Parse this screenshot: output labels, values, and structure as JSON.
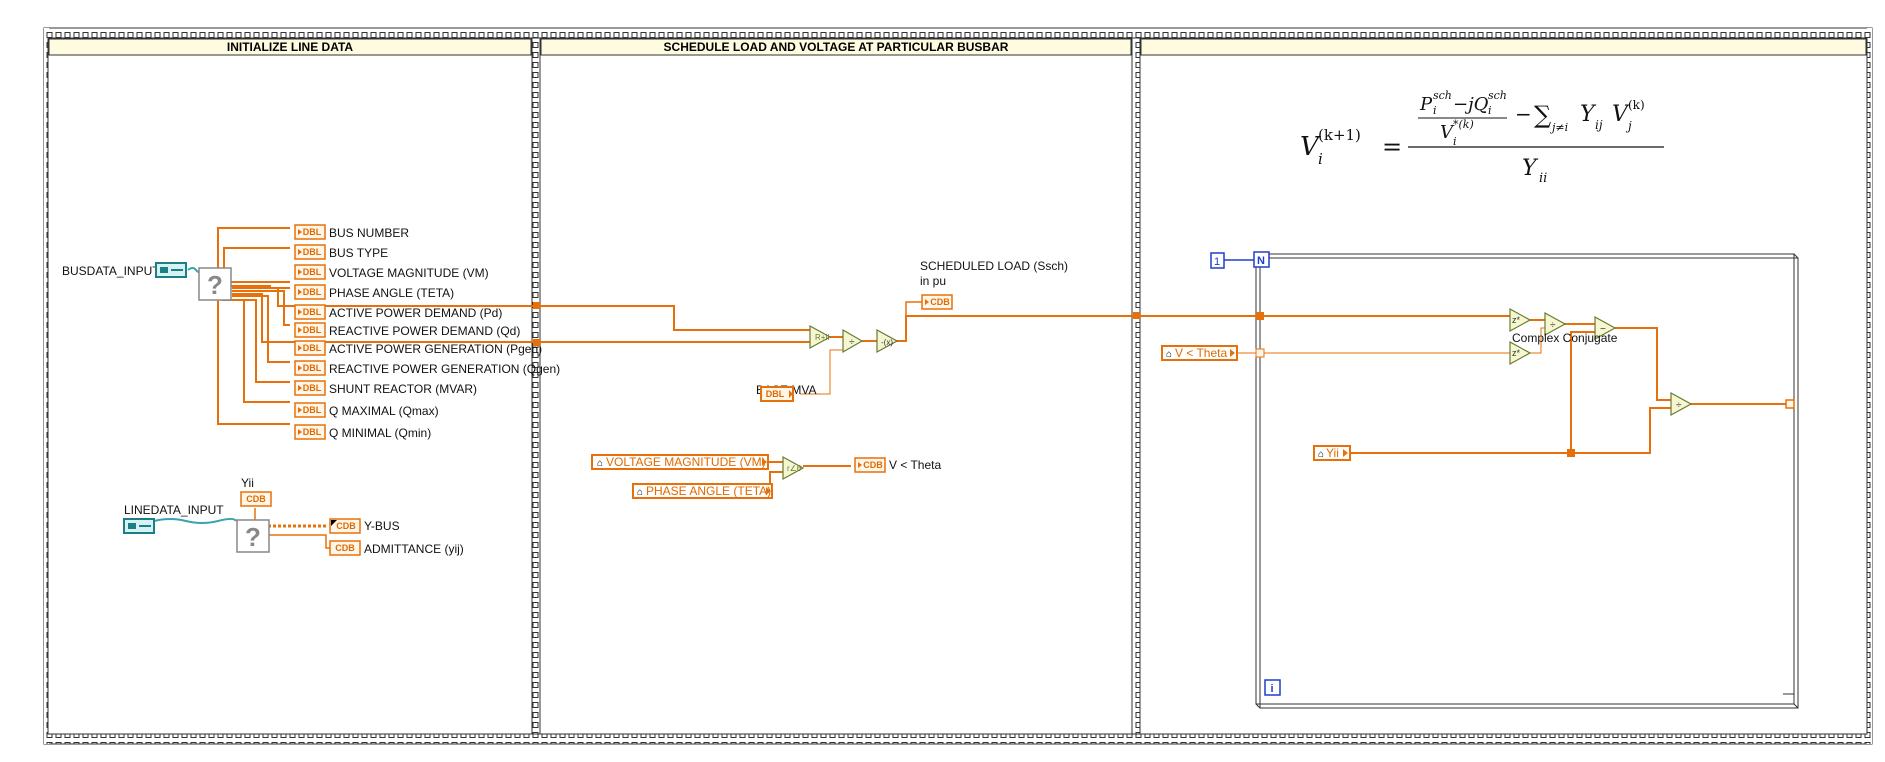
{
  "frames": [
    {
      "title": "INITIALIZE LINE DATA"
    },
    {
      "title": "SCHEDULE LOAD AND VOLTAGE AT PARTICULAR BUSBAR"
    },
    {
      "title": ""
    }
  ],
  "busdata": {
    "input_label": "BUSDATA_INPUT",
    "indicator_tag": "DBL",
    "outputs": [
      "BUS NUMBER",
      "BUS TYPE",
      "VOLTAGE MAGNITUDE (VM)",
      "PHASE ANGLE (TETA)",
      "ACTIVE POWER DEMAND (Pd)",
      "REACTIVE POWER DEMAND (Qd)",
      "ACTIVE POWER GENERATION (Pgen)",
      "REACTIVE POWER GENERATION (Qgen)",
      "SHUNT REACTOR (MVAR)",
      "Q MAXIMAL (Qmax)",
      "Q MINIMAL (Qmin)"
    ]
  },
  "linedata": {
    "input_label": "LINEDATA_INPUT",
    "yii_label": "Yii",
    "cdb_tag": "CDB",
    "ybus_label": "Y-BUS",
    "admittance_label": "ADMITTANCE (yij)"
  },
  "schedule": {
    "base_mva_label": "BASE MVA",
    "dbl_tag": "DBL",
    "scheduled_load_label": "SCHEDULED LOAD (Ssch)",
    "scheduled_load_unit": "in pu",
    "cdb_tag": "CDB",
    "vm_local": "VOLTAGE MAGNITUDE (VM)",
    "teta_local": "PHASE ANGLE (TETA)",
    "v_theta_label": "V < Theta"
  },
  "loop": {
    "count_value": "1",
    "count_terminal": "N",
    "iteration_terminal": "i",
    "v_theta_local": "V < Theta",
    "yii_local": "Yii",
    "complex_conjugate_label": "Complex Conjugate"
  },
  "formula": {
    "lhs": "V",
    "lhs_sub": "i",
    "lhs_sup": "(k+1)",
    "equals": "=",
    "p": "P",
    "p_sub": "i",
    "p_sup": "sch",
    "minus_jq": "−jQ",
    "q_sub": "i",
    "q_sup": "sch",
    "v_den": "V",
    "v_den_sub": "i",
    "v_den_sup": "*(k)",
    "minus": "−",
    "sigma": "∑",
    "sigma_sub": "j≠i",
    "yij": "Y",
    "yij_sub": "ij",
    "vj": "V",
    "vj_sub": "j",
    "vj_sup": "(k)",
    "den": "Y",
    "den_sub": "ii"
  },
  "colors": {
    "wire_orange": "#e8700a",
    "wire_blue": "#3aa3b0",
    "frame_border": "#333333",
    "frame_header": "#fffbe0",
    "loop_blue": "#1e3fc8",
    "node_fill": "#f5f7d0"
  }
}
